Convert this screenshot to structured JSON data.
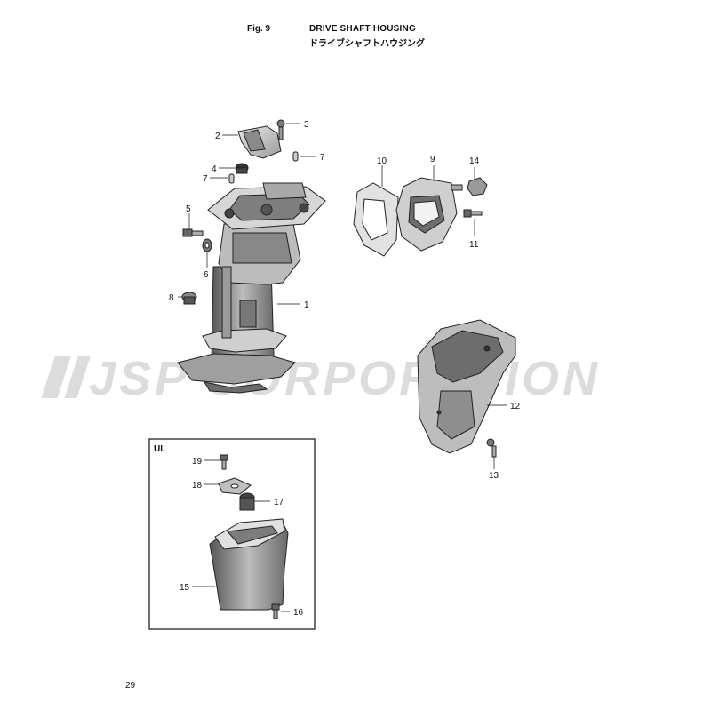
{
  "header": {
    "fig": "Fig. 9",
    "title_en": "DRIVE SHAFT HOUSING",
    "title_jp": "ドライブシャフトハウジング"
  },
  "watermark": "JSP CORPORATION",
  "inset": {
    "label": "UL"
  },
  "callouts": [
    "1",
    "2",
    "3",
    "4",
    "5",
    "6",
    "7",
    "7",
    "8",
    "9",
    "10",
    "11",
    "12",
    "13",
    "14",
    "15",
    "16",
    "17",
    "18",
    "19"
  ],
  "page_number": "29"
}
